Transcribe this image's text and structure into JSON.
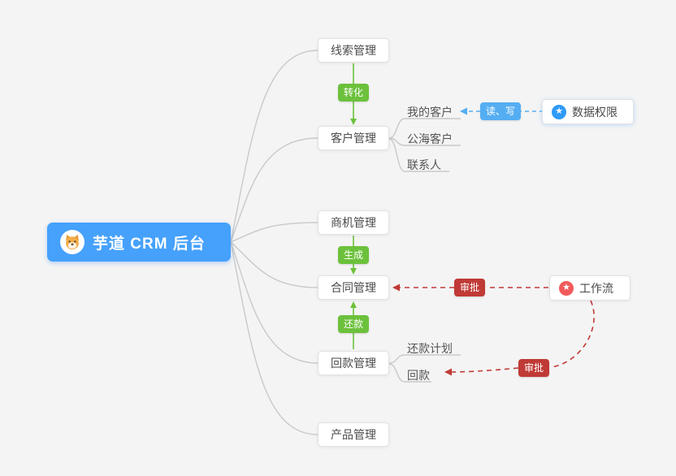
{
  "root": {
    "label": "芋道 CRM 后台"
  },
  "nodes": {
    "leads": {
      "label": "线索管理"
    },
    "customers": {
      "label": "客户管理"
    },
    "opportunities": {
      "label": "商机管理"
    },
    "contracts": {
      "label": "合同管理"
    },
    "receivables": {
      "label": "回款管理"
    },
    "products": {
      "label": "产品管理"
    },
    "data_permission": {
      "label": "数据权限"
    },
    "workflow": {
      "label": "工作流"
    }
  },
  "children": {
    "my_customers": {
      "label": "我的客户"
    },
    "public_customers": {
      "label": "公海客户"
    },
    "contacts": {
      "label": "联系人"
    },
    "repayment_plan": {
      "label": "还款计划"
    },
    "repayment": {
      "label": "回款"
    }
  },
  "edge_labels": {
    "convert": "转化",
    "generate": "生成",
    "repay": "还款",
    "read_write": "读、写",
    "approve_contract": "审批",
    "approve_receivable": "审批"
  },
  "icons": {
    "mascot": "dog-mascot",
    "data_permission": "star",
    "workflow": "star"
  },
  "colors": {
    "bg": "#f4f4f4",
    "root-bg": "#45a1fb",
    "node-border": "#e2e2e2",
    "node-text": "#4a4a4a",
    "line": "#c9c9c9",
    "green": "#6cc13c",
    "blue-badge": "#55aef2",
    "red": "#c03a36",
    "blue-star": "#2f9bf7",
    "red-star": "#f25a5a"
  }
}
